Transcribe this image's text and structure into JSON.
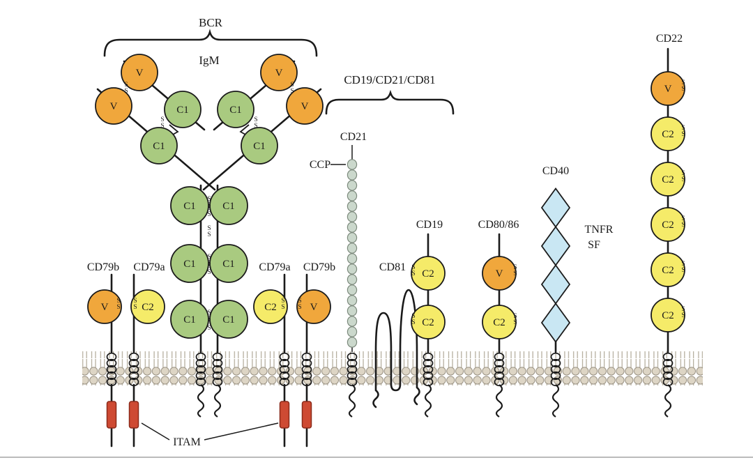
{
  "figure": {
    "bcr": {
      "bracket_label": "BCR",
      "receptor_label": "IgM",
      "cd79b_label": "CD79b",
      "cd79a_label": "CD79a",
      "itam_label": "ITAM"
    },
    "coreceptor": {
      "bracket_label": "CD19/CD21/CD81",
      "cd21_label": "CD21",
      "ccp_label": "CCP",
      "cd81_label": "CD81",
      "cd19_label": "CD19"
    },
    "other": {
      "cd80_86_label": "CD80/86",
      "cd40_label": "CD40",
      "tnfr_label_line1": "TNFR",
      "tnfr_label_line2": "SF",
      "cd22_label": "CD22"
    }
  },
  "domain_labels": {
    "v": "V",
    "c1": "C1",
    "c2": "C2",
    "s": "S"
  },
  "colors": {
    "v_domain_fill": "#F0A73C",
    "c1_domain_fill": "#A9CA80",
    "c2_domain_fill": "#F5EB69",
    "tnfr_domain_fill": "#C9E7F3",
    "itam_fill": "#CE4A33",
    "ccp_fill": "#CBD8CC",
    "membrane_head_fill": "#DDD5C5",
    "outline": "#1A1A1A",
    "bottom_rule": "#BBBBBB"
  }
}
